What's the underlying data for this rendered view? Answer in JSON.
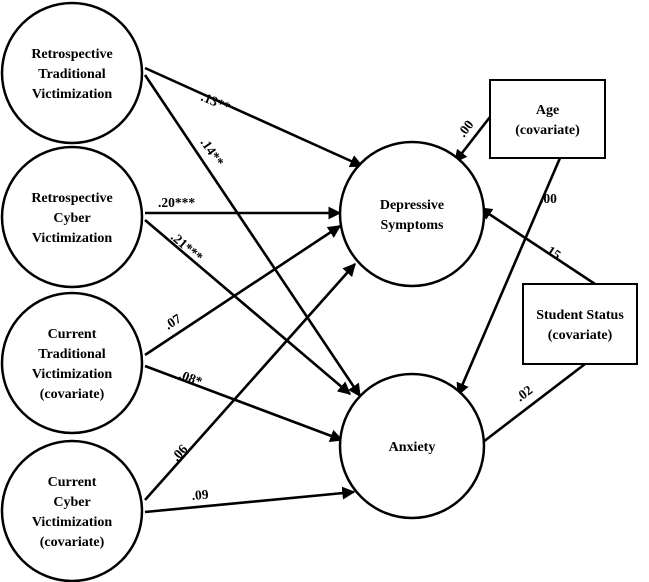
{
  "nodes": {
    "retro_trad": {
      "lines": [
        "Retrospective",
        "Traditional",
        "Victimization"
      ]
    },
    "retro_cyber": {
      "lines": [
        "Retrospective",
        "Cyber",
        "Victimization"
      ]
    },
    "curr_trad": {
      "lines": [
        "Current",
        "Traditional",
        "Victimization",
        "(covariate)"
      ]
    },
    "curr_cyber": {
      "lines": [
        "Current",
        "Cyber",
        "Victimization",
        "(covariate)"
      ]
    },
    "depressive": {
      "lines": [
        "Depressive",
        "Symptoms"
      ]
    },
    "anxiety": {
      "lines": [
        "Anxiety"
      ]
    },
    "age": {
      "lines": [
        "Age",
        "(covariate)"
      ]
    },
    "student_status": {
      "lines": [
        "Student Status",
        "(covariate)"
      ]
    }
  },
  "edges": [
    {
      "id": "retro_trad-depressive",
      "from": "retro_trad",
      "to": "depressive",
      "label": ".13**"
    },
    {
      "id": "retro_trad-anxiety",
      "from": "retro_trad",
      "to": "anxiety",
      "label": ".14**"
    },
    {
      "id": "retro_cyber-depressive",
      "from": "retro_cyber",
      "to": "depressive",
      "label": ".20***"
    },
    {
      "id": "retro_cyber-anxiety",
      "from": "retro_cyber",
      "to": "anxiety",
      "label": ".21***"
    },
    {
      "id": "curr_trad-depressive",
      "from": "curr_trad",
      "to": "depressive",
      "label": ".07"
    },
    {
      "id": "curr_trad-anxiety",
      "from": "curr_trad",
      "to": "anxiety",
      "label": ".08*"
    },
    {
      "id": "curr_cyber-depressive",
      "from": "curr_cyber",
      "to": "depressive",
      "label": ".06"
    },
    {
      "id": "curr_cyber-anxiety",
      "from": "curr_cyber",
      "to": "anxiety",
      "label": ".09"
    },
    {
      "id": "age-depressive",
      "from": "age",
      "to": "depressive",
      "label": ".00"
    },
    {
      "id": "age-anxiety",
      "from": "age",
      "to": "anxiety",
      "label": ".00"
    },
    {
      "id": "student_status-depressive",
      "from": "student_status",
      "to": "depressive",
      "label": ".15"
    },
    {
      "id": "student_status-anxiety",
      "from": "student_status",
      "to": "anxiety",
      "label": ".02"
    }
  ]
}
